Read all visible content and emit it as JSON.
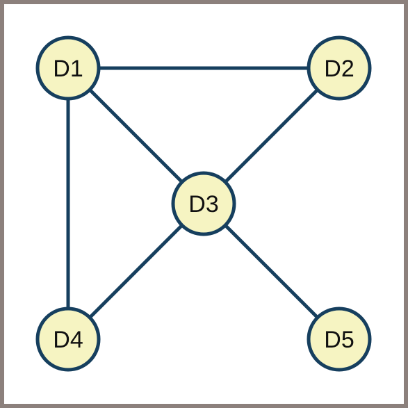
{
  "colors": {
    "frame_border": "#8c807c",
    "edge": "#163f5e",
    "node_fill": "#f6f4c2",
    "node_stroke": "#163f5e",
    "label": "#111111"
  },
  "nodes": [
    {
      "id": "D1",
      "label": "D1"
    },
    {
      "id": "D2",
      "label": "D2"
    },
    {
      "id": "D3",
      "label": "D3"
    },
    {
      "id": "D4",
      "label": "D4"
    },
    {
      "id": "D5",
      "label": "D5"
    }
  ],
  "edges": [
    {
      "from": "D1",
      "to": "D2"
    },
    {
      "from": "D1",
      "to": "D3"
    },
    {
      "from": "D1",
      "to": "D4"
    },
    {
      "from": "D2",
      "to": "D3"
    },
    {
      "from": "D3",
      "to": "D4"
    },
    {
      "from": "D3",
      "to": "D5"
    }
  ]
}
